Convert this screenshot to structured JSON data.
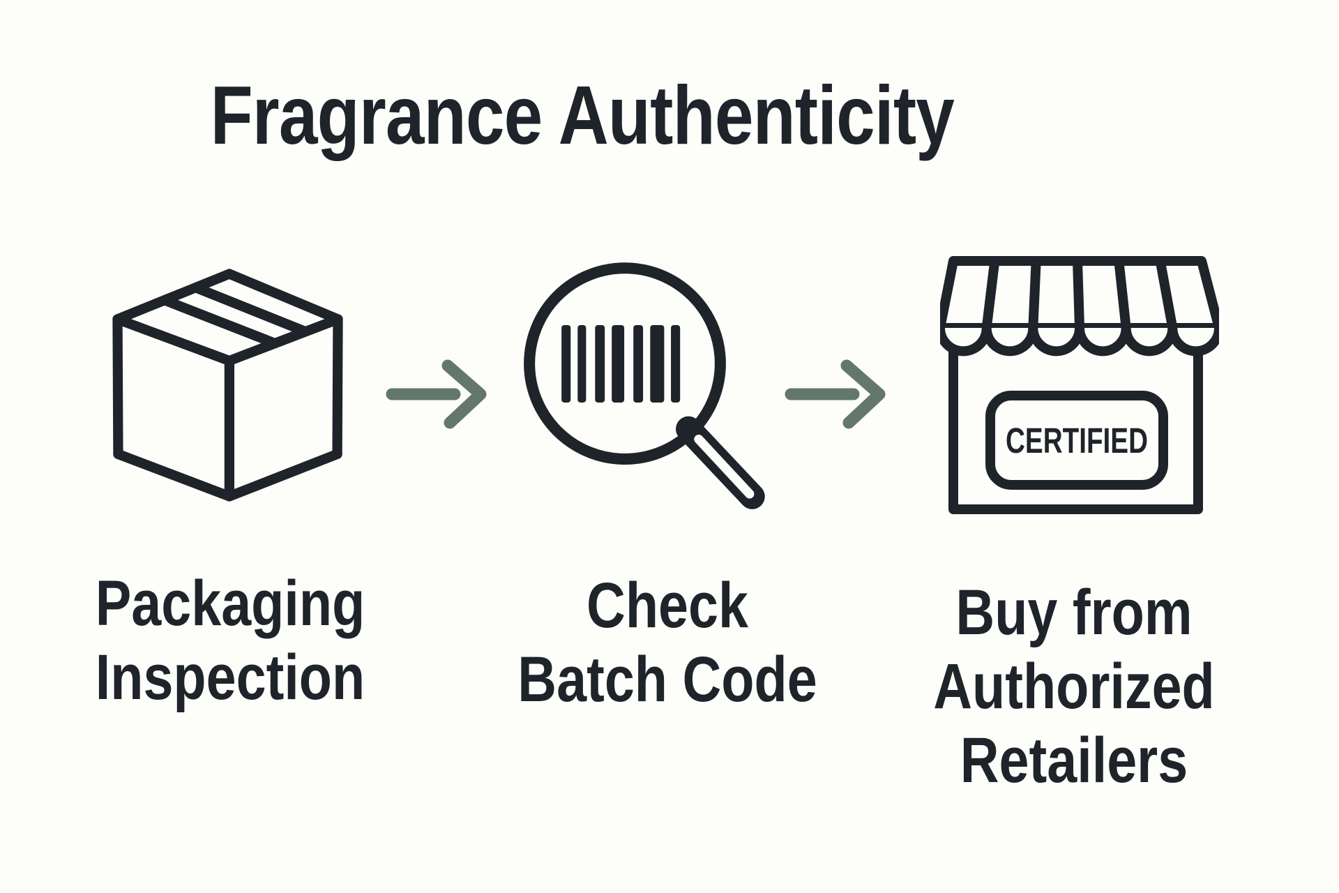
{
  "title": "Fragrance Authenticity",
  "colors": {
    "bg": "#FDFDFA",
    "ink": "#1F232A",
    "arrow": "#64776D"
  },
  "steps": [
    {
      "icon": "package-box-icon",
      "label_lines": [
        "Packaging",
        "Inspection"
      ]
    },
    {
      "icon": "barcode-magnifier-icon",
      "label_lines": [
        "Check",
        "Batch Code"
      ]
    },
    {
      "icon": "certified-storefront-icon",
      "badge_text": "CERTIFIED",
      "label_lines": [
        "Buy from",
        "Authorized",
        "Retailers"
      ]
    }
  ],
  "arrows": [
    {
      "name": "arrow-step1-to-step2",
      "direction": "right"
    },
    {
      "name": "arrow-step2-to-step3",
      "direction": "right"
    }
  ]
}
